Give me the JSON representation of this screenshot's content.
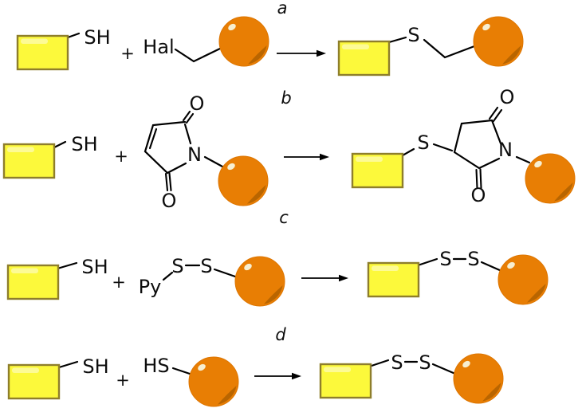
{
  "colors": {
    "background": "#ffffff",
    "line": "#000000",
    "rectangle_fill": "#fcf93b",
    "rectangle_border": "#8e7e2b",
    "rectangle_highlight": "#fdfba6",
    "sphere_fill": "#e87e04",
    "sphere_stroke": "#dd7500",
    "sphere_shadow": "#b96500",
    "sphere_highlight": "#f7efd2"
  },
  "reactions": [
    {
      "label": "a",
      "reactant1": {
        "shape": "yellow-rectangle",
        "substituent": "SH"
      },
      "plus": "+",
      "reactant2": {
        "leaving_group": "Hal",
        "shape": "orange-sphere"
      },
      "product": {
        "linker": "S"
      }
    },
    {
      "label": "b",
      "reactant1": {
        "shape": "yellow-rectangle",
        "substituent": "SH"
      },
      "plus": "+",
      "reactant2": {
        "ring": "maleimide",
        "o_top": "O",
        "n": "N",
        "o_bottom": "O",
        "shape": "orange-sphere"
      },
      "product": {
        "linker": "S",
        "ring": "succinimide",
        "o_top": "O",
        "n": "N",
        "o_bottom": "O"
      }
    },
    {
      "label": "c",
      "reactant1": {
        "shape": "yellow-rectangle",
        "substituent": "SH"
      },
      "plus": "+",
      "reactant2": {
        "leaving_group": "Py",
        "s1": "S",
        "s2": "S",
        "shape": "orange-sphere"
      },
      "product": {
        "s1": "S",
        "s2": "S"
      }
    },
    {
      "label": "d",
      "reactant1": {
        "shape": "yellow-rectangle",
        "substituent": "SH"
      },
      "plus": "+",
      "reactant2": {
        "group": "HS",
        "shape": "orange-sphere"
      },
      "product": {
        "s1": "S",
        "s2": "S"
      }
    }
  ]
}
